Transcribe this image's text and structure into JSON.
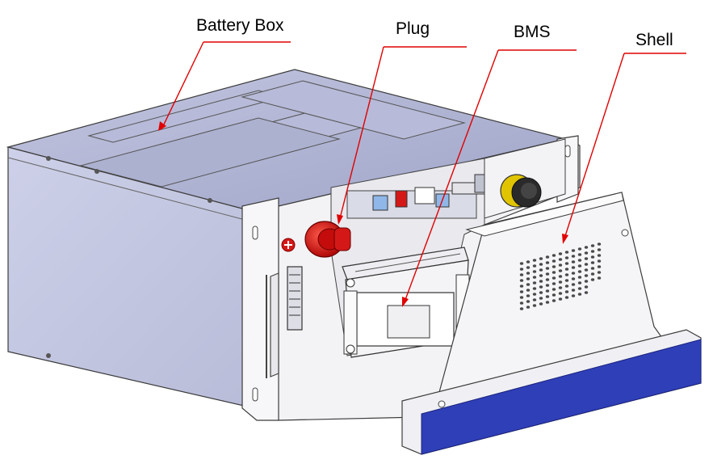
{
  "labels": {
    "battery_box": "Battery Box",
    "plug": "Plug",
    "bms": "BMS",
    "shell": "Shell"
  },
  "colors": {
    "leader": "#e00000",
    "box_top": "#b4b8d6",
    "box_side": "#c6c9e2",
    "panel": "#f2f2f4",
    "shell_face": "#f4f4f6",
    "shell_strip": "#2f3fb8",
    "plug_red": "#d41818",
    "switch_yellow": "#e0c400",
    "edge": "#3c3c3c"
  }
}
